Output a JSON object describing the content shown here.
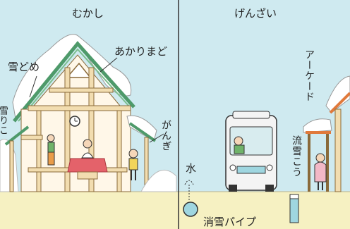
{
  "panels": {
    "left": {
      "title": "むかし",
      "labels": {
        "yuki_dome": "雪どめ",
        "akari_mado": "あかりまど",
        "gangi": "がんぎ",
        "edge_text": "雪りこ"
      }
    },
    "right": {
      "title": "げんざい",
      "labels": {
        "arcade": "アーケード",
        "mizu": "水",
        "ryusetsu_ko": "流雪こう",
        "shosetsu_pipe": "消雪パイプ"
      }
    }
  },
  "colors": {
    "sky": "#cfeaf0",
    "ground": "#f6f1c2",
    "snow": "#ffffff",
    "roof_green": "#4e9a6a",
    "beam": "#f2ddb0",
    "wood_outline": "#8a6a3a",
    "bus_body": "#f4f4f4",
    "table_red": "#e4626a",
    "pipe_blue": "#9fd6e0"
  }
}
